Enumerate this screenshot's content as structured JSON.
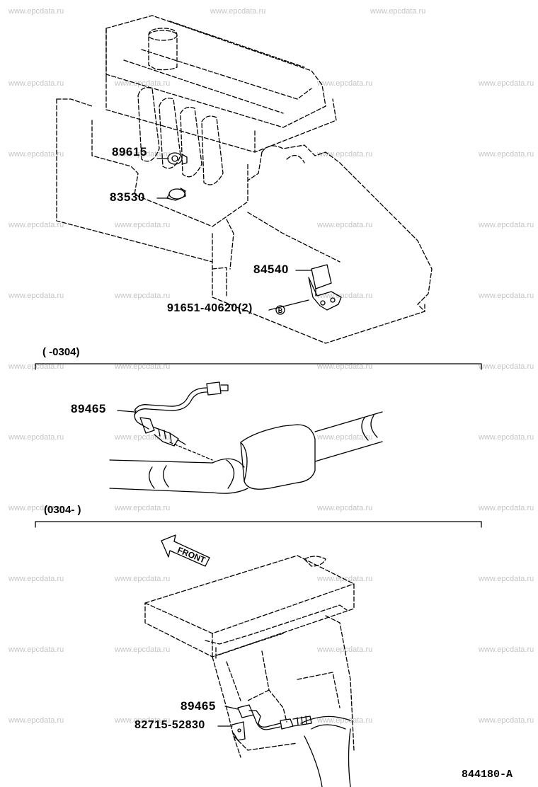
{
  "watermark_text": "www.epcdata.ru",
  "watermarks": [
    "www.epcdata.ru",
    "www.epcdata.ru",
    "www.epcdata.ru",
    "www.epcdata.ru",
    "www.epcdata.ru",
    "www.epcdata.ru",
    "www.epcdata.ru",
    "www.epcdata.ru",
    "www.epcdata.ru",
    "www.epcdata.ru",
    "www.epcdata.ru",
    "www.epcdata.ru",
    "www.epcdata.ru",
    "www.epcdata.ru",
    "www.epcdata.ru",
    "www.epcdata.ru",
    "www.epcdata.ru",
    "www.epcdata.ru",
    "www.epcdata.ru",
    "www.epcdata.ru",
    "www.epcdata.ru",
    "www.epcdata.ru",
    "www.epcdata.ru",
    "www.epcdata.ru",
    "www.epcdata.ru",
    "www.epcdata.ru",
    "www.epcdata.ru",
    "www.epcdata.ru",
    "www.epcdata.ru",
    "www.epcdata.ru",
    "www.epcdata.ru",
    "www.epcdata.ru",
    "www.epcdata.ru",
    "www.epcdata.ru",
    "www.epcdata.ru",
    "www.epcdata.ru",
    "www.epcdata.ru",
    "www.epcdata.ru",
    "www.epcdata.ru",
    "www.epcdata.ru",
    "www.epcdata.ru",
    "www.epcdata.ru",
    "www.epcdata.ru",
    "www.epcdata.ru"
  ],
  "parts": {
    "p89615": "89615",
    "p83530": "83530",
    "p84540": "84540",
    "p91651": "91651-40620(2)",
    "bolt_marker": "B",
    "p89465_a": "89465",
    "p89465_b": "89465",
    "p82715": "82715-52830"
  },
  "sections": {
    "upto_0304": "(      -0304)",
    "from_0304": "(0304-       )"
  },
  "front_label": "FRONT",
  "drawing_id": "844180-A"
}
